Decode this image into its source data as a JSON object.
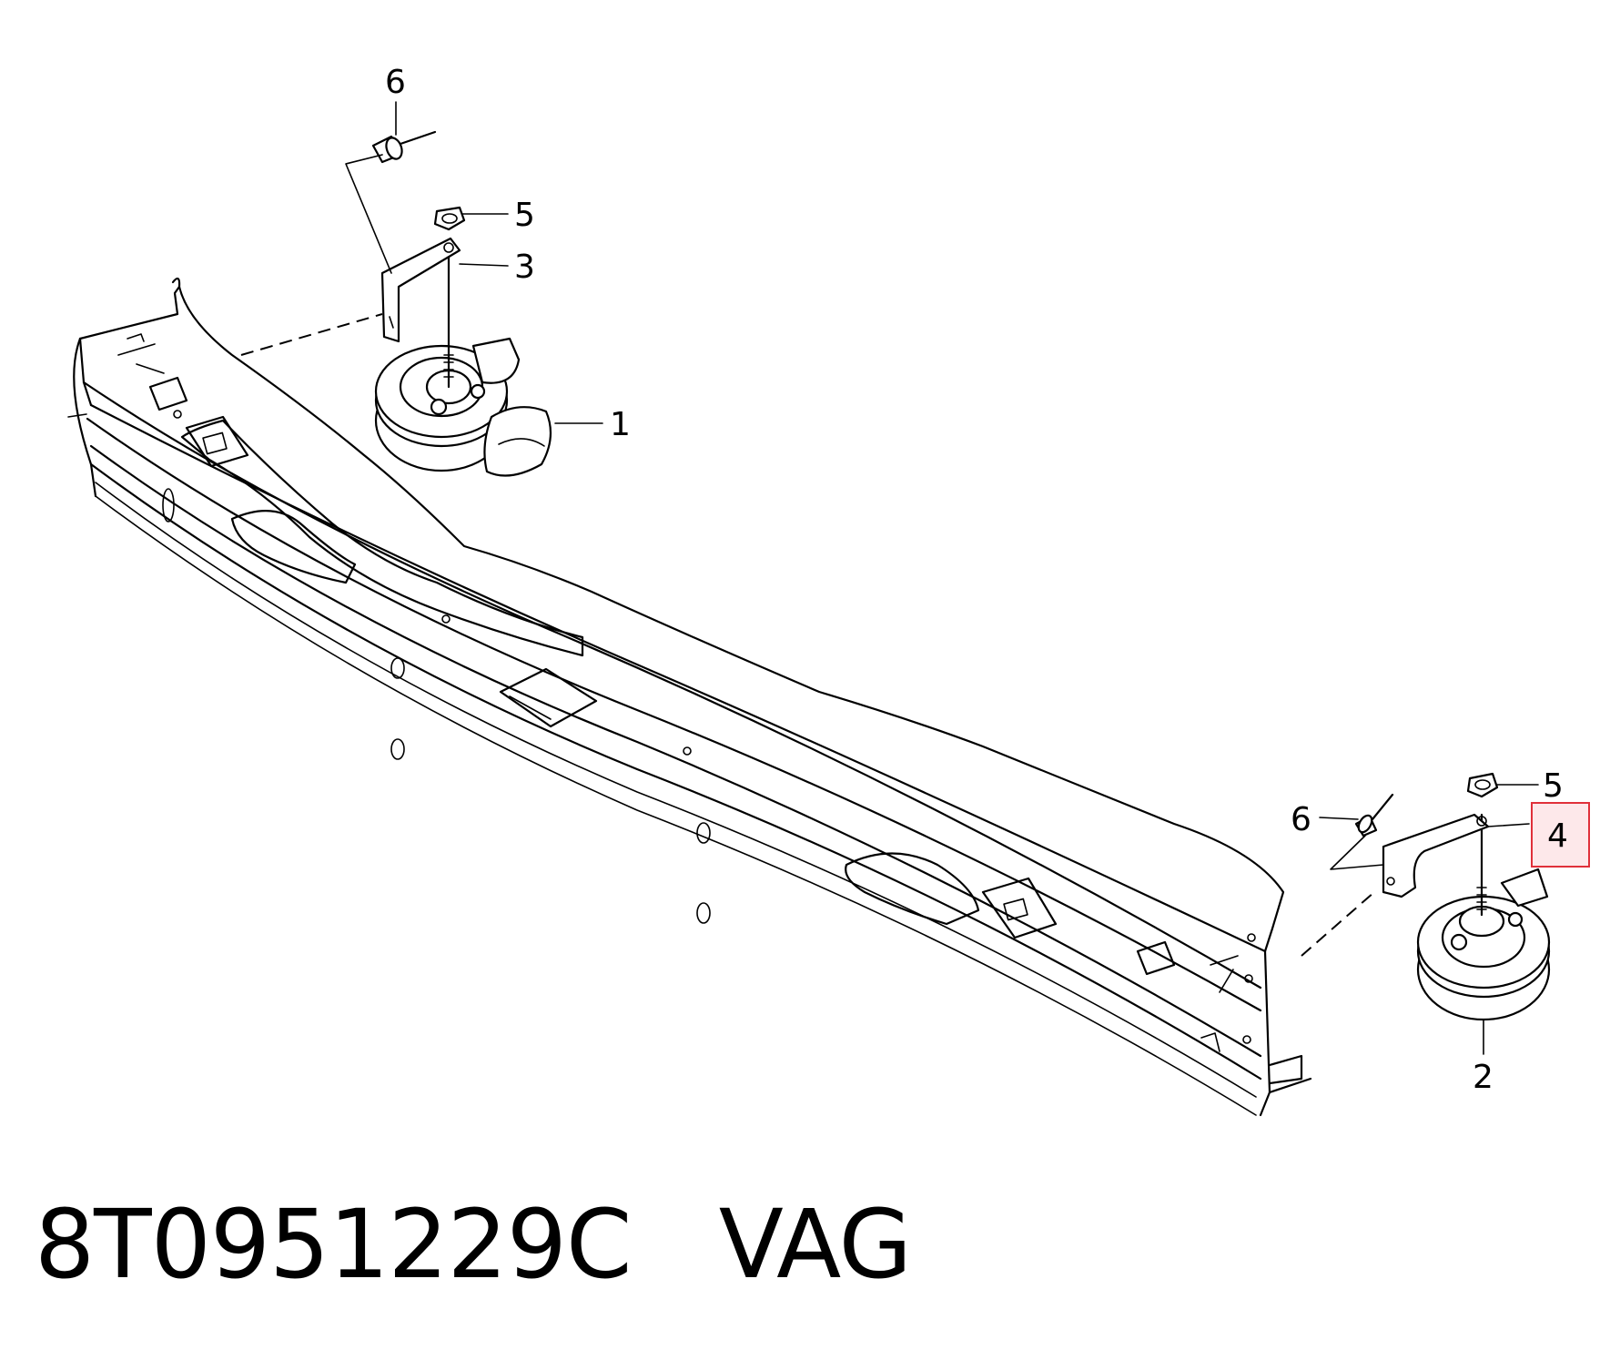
{
  "callouts": {
    "label_1": "1",
    "label_2": "2",
    "label_3": "3",
    "label_4": "4",
    "label_5_top": "5",
    "label_5_bottom": "5",
    "label_6_top": "6",
    "label_6_bottom": "6"
  },
  "caption": {
    "part_number": "8T0951229C",
    "brand": "VAG"
  },
  "colors": {
    "line": "#000000",
    "highlight": "#e0303a",
    "highlight_fill": "#fde8ea"
  }
}
